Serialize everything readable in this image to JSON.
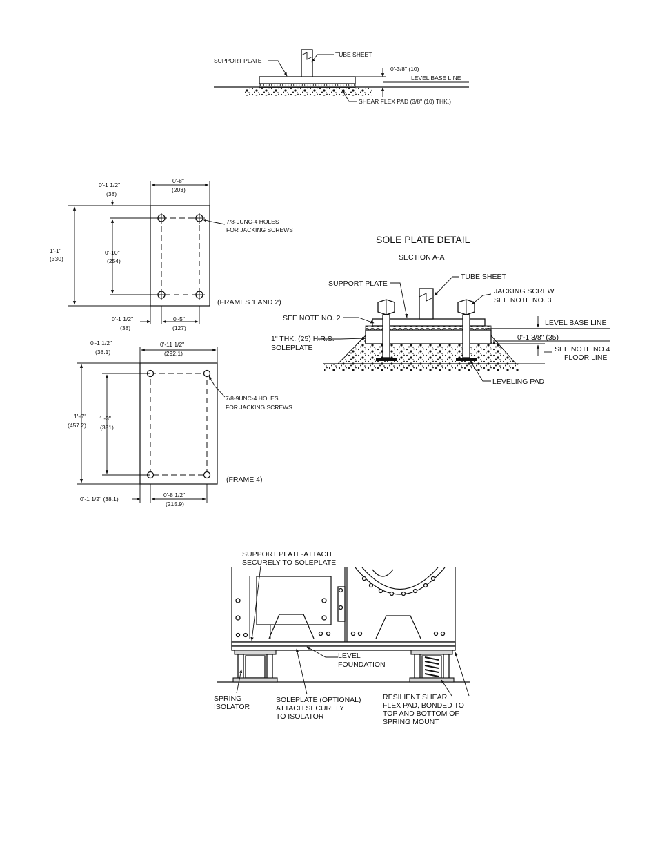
{
  "detail_top": {
    "support_plate": "SUPPORT PLATE",
    "tube_sheet": "TUBE  SHEET",
    "dim": "0'-3/8\" (10)",
    "level_base_line": "LEVEL BASE LINE",
    "shear_flex_pad": "SHEAR FLEX PAD (3/8\" (10) THK.)"
  },
  "frames12": {
    "dim_left_offset": "0'-1 1/2\"",
    "dim_left_offset_mm": "(38)",
    "dim_width": "0'-8\"",
    "dim_width_mm": "(203)",
    "holes_line1": "7/8-9UNC-4 HOLES",
    "holes_line2": "FOR JACKING SCREWS",
    "dim_height": "1'-1\"",
    "dim_height_mm": "(330)",
    "dim_hole_vert": "0'-10\"",
    "dim_hole_vert_mm": "(254)",
    "dim_bottom_offset": "0'-1 1/2\"",
    "dim_bottom_offset_mm": "(38)",
    "dim_hole_horiz": "0'-5\"",
    "dim_hole_horiz_mm": "(127)",
    "label": "(FRAMES 1 AND 2)"
  },
  "frame4": {
    "dim_left_offset": "0'-1 1/2\"",
    "dim_left_offset_mm": "(38.1)",
    "dim_width": "0'-11 1/2\"",
    "dim_width_mm": "(292.1)",
    "holes_line1": "7/8-9UNC-4 HOLES",
    "holes_line2": "FOR JACKING SCREWS",
    "dim_height": "1'-6\"",
    "dim_height_mm": "(457.2)",
    "dim_hole_vert": "1'-3\"",
    "dim_hole_vert_mm": "(381)",
    "dim_bottom_offset": "0'-1 1/2\" (38.1)",
    "dim_hole_horiz": "0'-8 1/2\"",
    "dim_hole_horiz_mm": "(215.9)",
    "label": "(FRAME 4)"
  },
  "sole_plate_detail": {
    "title": "SOLE PLATE DETAIL",
    "subtitle": "SECTION A-A",
    "tube_sheet": "TUBE SHEET",
    "support_plate": "SUPPORT PLATE",
    "jacking_screw": "JACKING SCREW",
    "see_note_3": "SEE NOTE NO. 3",
    "see_note_2": "SEE NOTE NO. 2",
    "level_base_line": "LEVEL BASE LINE",
    "soleplate_line1": "1\" THK. (25) H.R.S.",
    "soleplate_line2": "SOLEPLATE",
    "dim": "0'-1 3/8\" (35)",
    "see_note_4": "SEE NOTE NO.4",
    "floor_line": "FLOOR LINE",
    "leveling_pad": "LEVELING PAD"
  },
  "isolator": {
    "support_line1": "SUPPORT PLATE-ATTACH",
    "support_line2": "SECURELY TO SOLEPLATE",
    "level_line1": "LEVEL",
    "level_line2": "FOUNDATION",
    "spring_line1": "SPRING",
    "spring_line2": "ISOLATOR",
    "soleplate_line1": "SOLEPLATE (OPTIONAL)",
    "soleplate_line2": "ATTACH SECURELY",
    "soleplate_line3": "TO ISOLATOR",
    "pad_line1": "RESILIENT SHEAR",
    "pad_line2": "FLEX PAD, BONDED TO",
    "pad_line3": "TOP AND BOTTOM OF",
    "pad_line4": "SPRING MOUNT"
  }
}
